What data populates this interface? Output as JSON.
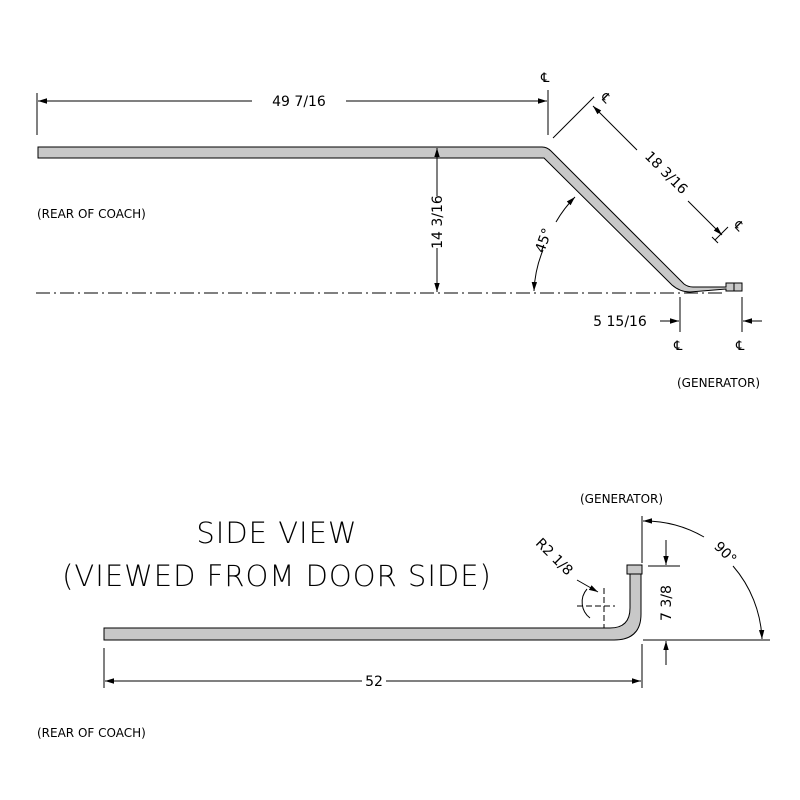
{
  "top_view": {
    "dim_length": "49 7/16",
    "dim_angle_run": "18 3/16",
    "dim_height": "14 3/16",
    "dim_angle": "45°",
    "dim_offset": "5 15/16",
    "label_rear": "(REAR OF COACH)",
    "label_generator": "(GENERATOR)",
    "centerline_symbol": "℄"
  },
  "side_view": {
    "title_line1": "SIDE VIEW",
    "title_line2": "(VIEWED FROM DOOR SIDE)",
    "label_generator": "(GENERATOR)",
    "label_rear": "(REAR OF COACH)",
    "dim_radius": "R2 1/8",
    "dim_rise": "7 3/8",
    "dim_angle": "90°",
    "dim_length": "52"
  },
  "colors": {
    "pipe_fill": "#c8c8c8",
    "ink": "#000000",
    "background": "#ffffff"
  }
}
